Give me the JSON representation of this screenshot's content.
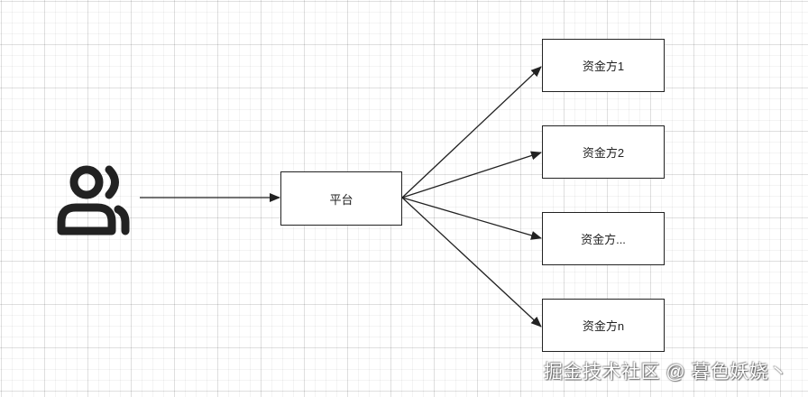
{
  "nodes": {
    "platform": "平台",
    "funders": [
      "资金方1",
      "资金方2",
      "资金方...",
      "资金方n"
    ]
  },
  "icons": {
    "user": "users-icon"
  },
  "watermark": "掘金技术社区 @ 暮色妖娆丶",
  "colors": {
    "stroke": "#222222",
    "background": "#ffffff",
    "grid": "#e6e6e6"
  }
}
